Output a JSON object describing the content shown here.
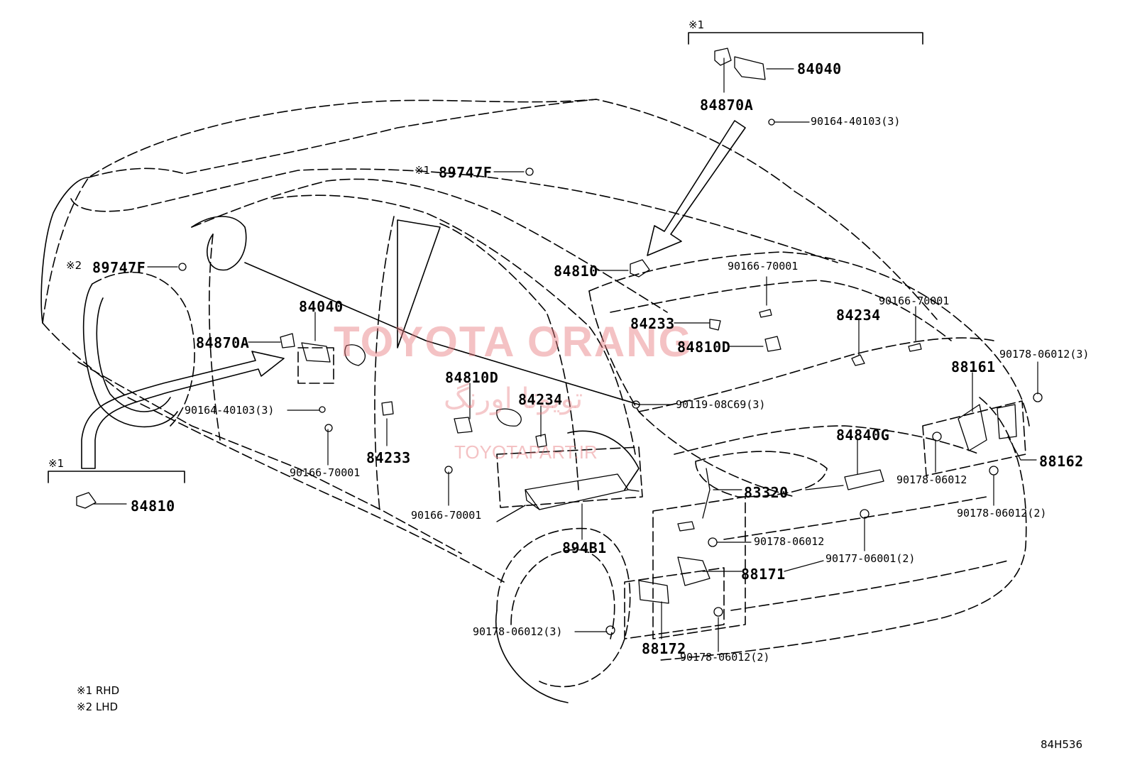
{
  "diagram": {
    "code": "84H536",
    "notes": [
      "※1 RHD",
      "※2 LHD"
    ],
    "markers": {
      "rhd": "※1",
      "lhd": "※2"
    },
    "watermark": {
      "main": "TOYOTA ORANG",
      "farsi": "تویوتا اورنگ",
      "url": "TOYOTAPART.IR"
    },
    "parts": {
      "p84040_top": "84040",
      "p84870A_top": "84870A",
      "p90164_top": "90164-40103(3)",
      "p89747F_rhd": "89747F",
      "p89747F_lhd": "89747F",
      "p84810_hood": "84810",
      "p90166_a": "90166-70001",
      "p84233_a": "84233",
      "p84810D_a": "84810D",
      "p84234_a": "84234",
      "p90166_b": "90166-70001",
      "p90178_a": "90178-06012(3)",
      "p88161": "88161",
      "p84040_left": "84040",
      "p84870A_left": "84870A",
      "p90164_left": "90164-40103(3)",
      "p90166_c": "90166-70001",
      "p84233_b": "84233",
      "p84810D_b": "84810D",
      "p84234_b": "84234",
      "p90119": "90119-08C69(3)",
      "p84840G": "84840G",
      "p88162": "88162",
      "p83320": "83320",
      "p90178_b": "90178-06012",
      "p90178_c": "90178-06012(2)",
      "p90166_d": "90166-70001",
      "p894B1": "894B1",
      "p90178_d": "90178-06012",
      "p90177": "90177-06001(2)",
      "p88171": "88171",
      "p90178_e": "90178-06012(3)",
      "p88172": "88172",
      "p90178_f": "90178-06012(2)",
      "p84810_box": "84810"
    }
  }
}
